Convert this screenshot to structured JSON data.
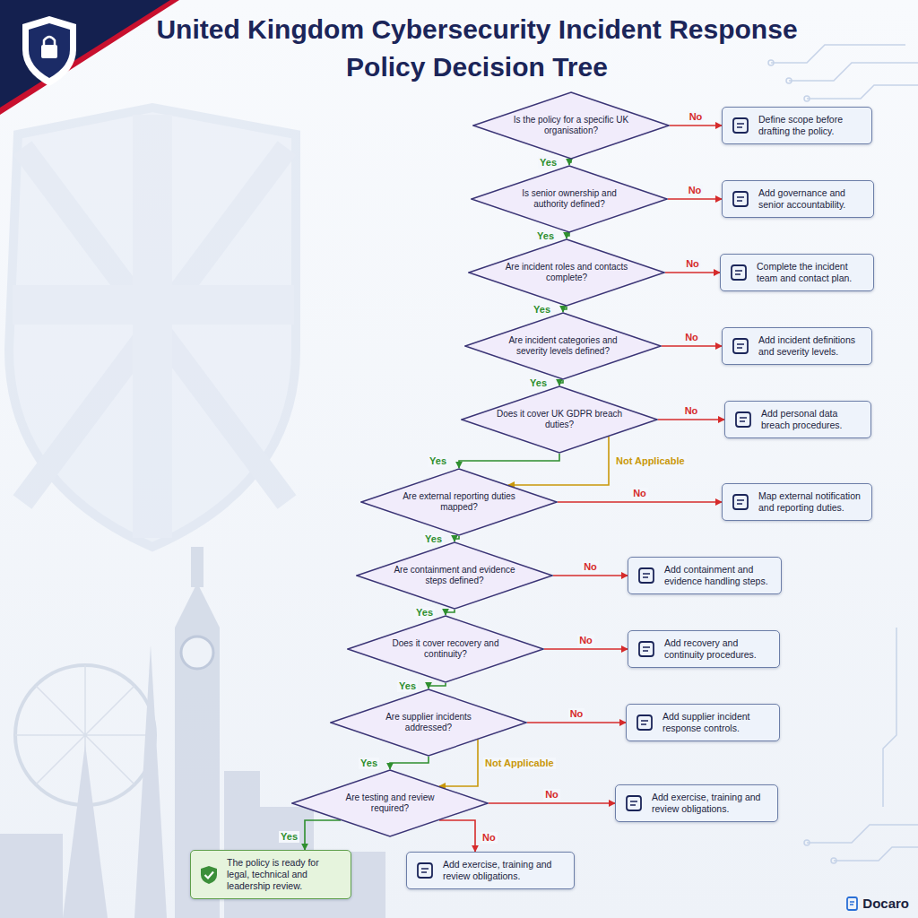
{
  "diagram": {
    "title": "United Kingdom Cybersecurity Incident Response Policy Decision Tree",
    "nodes": [
      {
        "text": [
          "Is the policy for a specific UK organisation?"
        ]
      },
      {
        "text": [
          "Define scope before drafting the policy."
        ]
      },
      {
        "text": [
          "Is senior ownership and authority defined?"
        ]
      },
      {
        "text": [
          "Add governance and senior accountability."
        ]
      },
      {
        "text": [
          "Are incident roles and contacts complete?"
        ]
      },
      {
        "text": [
          "Complete the incident team and contact plan."
        ]
      },
      {
        "text": [
          "Are incident categories and severity levels defined?"
        ]
      },
      {
        "text": [
          "Add incident definitions and severity levels."
        ]
      },
      {
        "text": [
          "Does it cover UK GDPR breach duties?"
        ]
      },
      {
        "text": [
          "Add personal data breach procedures."
        ]
      },
      {
        "text": [
          "Are external reporting duties mapped?"
        ]
      },
      {
        "text": [
          "Map external notification and reporting duties."
        ]
      },
      {
        "text": [
          "Are containment and evidence steps defined?"
        ]
      },
      {
        "text": [
          "Add containment and evidence handling steps."
        ]
      },
      {
        "text": [
          "Does it cover recovery and continuity?"
        ]
      },
      {
        "text": [
          "Add recovery and continuity procedures."
        ]
      },
      {
        "text": [
          "Are supplier incidents addressed?"
        ]
      },
      {
        "text": [
          "Add supplier incident response controls."
        ]
      },
      {
        "text": [
          "Are testing and review required?"
        ]
      },
      {
        "text": [
          "Add exercise, training and review obligations."
        ]
      },
      {
        "text": [
          "The policy is ready for legal, technical and leadership review."
        ]
      },
      {
        "text": [
          "Add exercise, training and review obligations."
        ]
      }
    ],
    "edges": [
      {
        "from": 0,
        "to": 1,
        "label": "No",
        "arrow": "to"
      },
      {
        "from": 0,
        "to": 2,
        "label": "Yes",
        "arrow": "to"
      },
      {
        "from": 2,
        "to": 3,
        "label": "No",
        "arrow": "to"
      },
      {
        "from": 2,
        "to": 4,
        "label": "Yes",
        "arrow": "to"
      },
      {
        "from": 4,
        "to": 5,
        "label": "No",
        "arrow": "to"
      },
      {
        "from": 4,
        "to": 6,
        "label": "Yes",
        "arrow": "to"
      },
      {
        "from": 6,
        "to": 7,
        "label": "No",
        "arrow": "to"
      },
      {
        "from": 6,
        "to": 8,
        "label": "Yes",
        "arrow": "to"
      },
      {
        "from": 8,
        "to": 9,
        "label": "No",
        "arrow": "to"
      },
      {
        "from": 8,
        "to": 10,
        "label": "Yes",
        "arrow": "to"
      },
      {
        "from": 8,
        "to": 10,
        "label": "Not Applicable",
        "arrow": "to"
      },
      {
        "from": 10,
        "to": 11,
        "label": "No",
        "arrow": "to"
      },
      {
        "from": 10,
        "to": 12,
        "label": "Yes",
        "arrow": "to"
      },
      {
        "from": 12,
        "to": 13,
        "label": "No",
        "arrow": "to"
      },
      {
        "from": 12,
        "to": 14,
        "label": "Yes",
        "arrow": "to"
      },
      {
        "from": 14,
        "to": 15,
        "label": "No",
        "arrow": "to"
      },
      {
        "from": 14,
        "to": 16,
        "label": "Yes",
        "arrow": "to"
      },
      {
        "from": 16,
        "to": 17,
        "label": "No",
        "arrow": "to"
      },
      {
        "from": 16,
        "to": 18,
        "label": "Yes",
        "arrow": "to"
      },
      {
        "from": 16,
        "to": 18,
        "label": "Not Applicable",
        "arrow": "to"
      },
      {
        "from": 18,
        "to": 19,
        "label": "No",
        "arrow": "to"
      },
      {
        "from": 18,
        "to": 20,
        "label": "Yes",
        "arrow": "to"
      },
      {
        "from": 18,
        "to": 21,
        "label": "No",
        "arrow": "to"
      }
    ],
    "labels": [
      "Docaro"
    ]
  }
}
